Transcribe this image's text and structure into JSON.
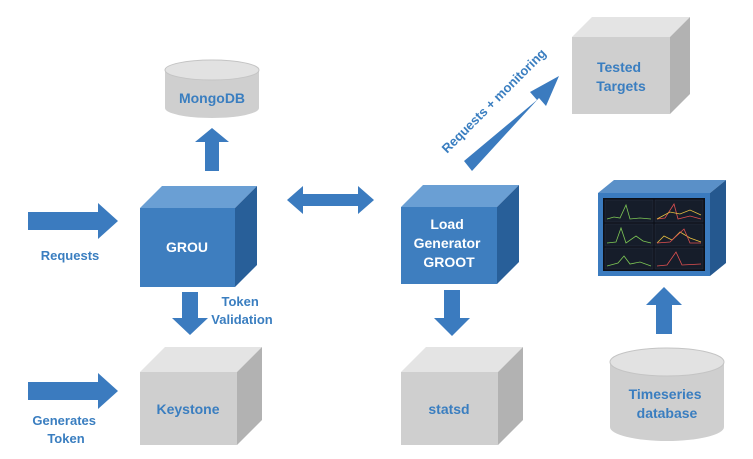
{
  "colors": {
    "accent_blue": "#3b7bbf",
    "box_blue_front": "#3e7ebf",
    "box_gray_front": "#cfcfcf",
    "label_blue": "#3a7ec0",
    "label_white": "#ffffff",
    "arrow_blue": "#3b7bbf",
    "screen_frame": "#3b7bbf",
    "screen_bg": "#0c1018"
  },
  "nodes": {
    "mongodb": "MongoDB",
    "grou": "GROU",
    "keystone": "Keystone",
    "load_generator": [
      "Load",
      "Generator",
      "GROOT"
    ],
    "statsd": "statsd",
    "tested_targets": [
      "Tested",
      "Targets"
    ],
    "timeseries": [
      "Timeseries",
      "database"
    ]
  },
  "edge_labels": {
    "requests": "Requests",
    "generates_token": [
      "Generates",
      "Token"
    ],
    "token_validation": [
      "Token",
      "Validation"
    ],
    "requests_monitoring": "Requests + monitoring"
  },
  "icons": {
    "dashboard": "monitoring-dashboard-icon"
  }
}
